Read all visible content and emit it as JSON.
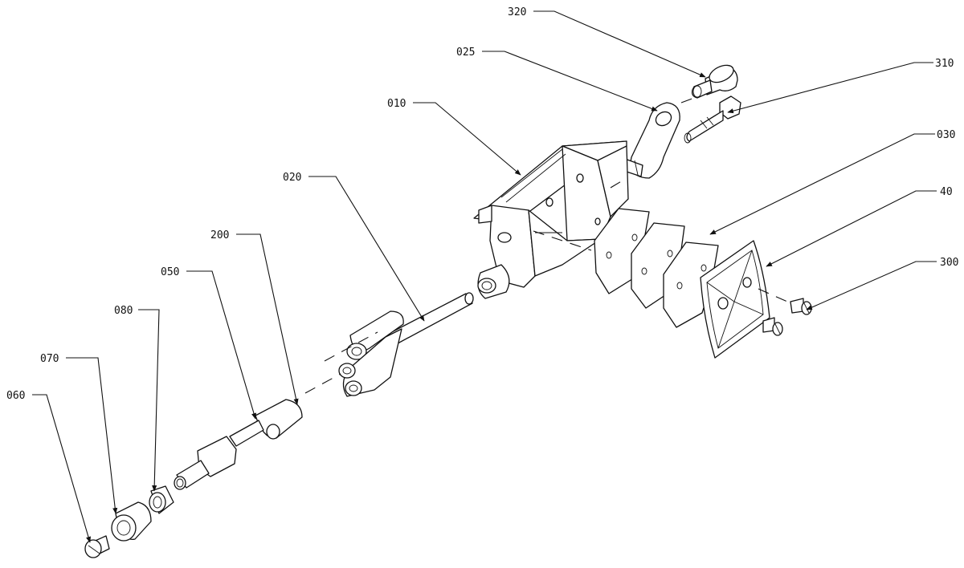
{
  "labels": [
    {
      "id": "320",
      "text": "320"
    },
    {
      "id": "025",
      "text": "025"
    },
    {
      "id": "310",
      "text": "310"
    },
    {
      "id": "010",
      "text": "010"
    },
    {
      "id": "030",
      "text": "030"
    },
    {
      "id": "020",
      "text": "020"
    },
    {
      "id": "40",
      "text": "40"
    },
    {
      "id": "200",
      "text": "200"
    },
    {
      "id": "300",
      "text": "300"
    },
    {
      "id": "050",
      "text": "050"
    },
    {
      "id": "080",
      "text": "080"
    },
    {
      "id": "070",
      "text": "070"
    },
    {
      "id": "060",
      "text": "060"
    }
  ]
}
